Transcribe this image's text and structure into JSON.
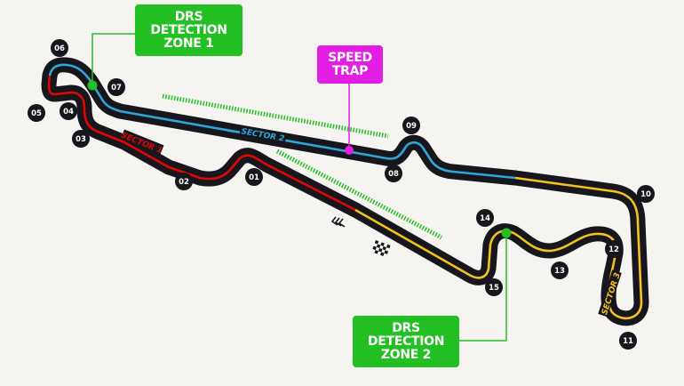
{
  "colors": {
    "background": "#f6f4f1",
    "track": "#16161c",
    "sector1": "#e10600",
    "sector2": "#2ea6d8",
    "sector3": "#f2c31a",
    "drs": "#22c022",
    "speed_trap": "#e21ee2"
  },
  "callouts": {
    "drs1": {
      "lines": [
        "DRS",
        "DETECTION",
        "ZONE 1"
      ]
    },
    "speed_trap": {
      "lines": [
        "SPEED",
        "TRAP"
      ]
    },
    "drs2": {
      "lines": [
        "DRS",
        "DETECTION",
        "ZONE 2"
      ]
    }
  },
  "sectors": [
    "SECTOR 1",
    "SECTOR 2",
    "SECTOR 3"
  ],
  "turns": [
    "01",
    "02",
    "03",
    "04",
    "05",
    "06",
    "07",
    "08",
    "09",
    "10",
    "11",
    "12",
    "13",
    "14",
    "15"
  ],
  "icons": [
    "checkered-flag-icon",
    "direction-chevrons-icon"
  ]
}
